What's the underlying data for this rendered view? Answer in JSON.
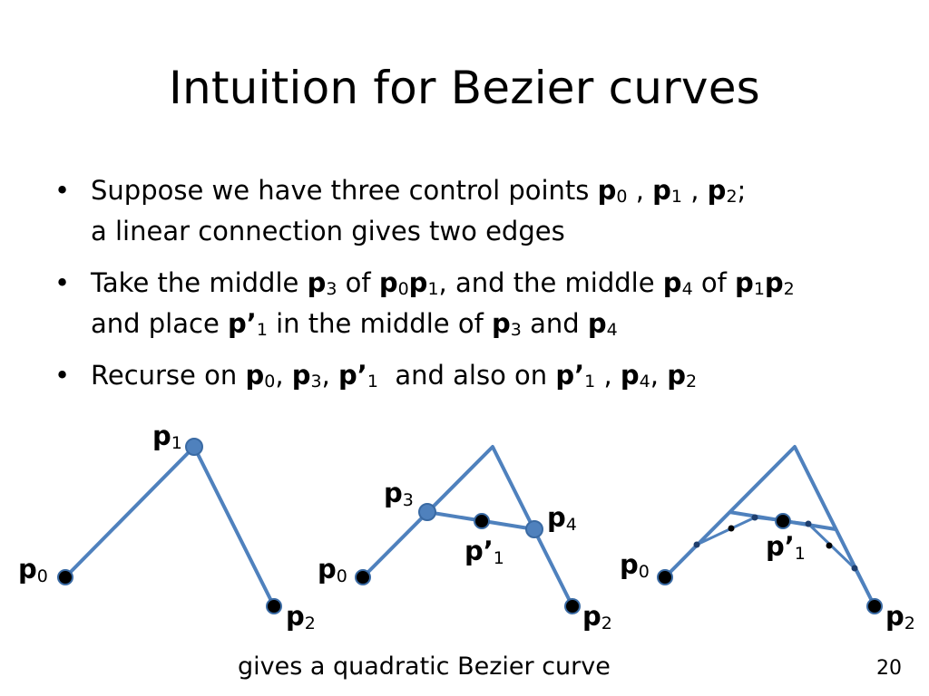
{
  "slide": {
    "title": "Intuition for Bezier curves",
    "bullet_char": "•",
    "caption": "gives a quadratic Bezier curve",
    "page_number": "20"
  },
  "bullets": [
    {
      "line1": {
        "t1": "Suppose we have three control points ",
        "p0": "p",
        "p0_sub": "0",
        "sep1": " , ",
        "p1": "p",
        "p1_sub": "1",
        "sep2": " , ",
        "p2": "p",
        "p2_sub": "2",
        "t2": ";"
      },
      "line2": "a linear connection gives two edges"
    },
    {
      "line1": {
        "t1": "Take the middle ",
        "a": "p",
        "a_sub": "3",
        "t2": " of ",
        "b": "p",
        "b_sub": "0",
        "c": "p",
        "c_sub": "1",
        "t3": ", and the middle ",
        "d": "p",
        "d_sub": "4",
        "t4": " of ",
        "e": "p",
        "e_sub": "1",
        "f": "p",
        "f_sub": "2"
      },
      "line2": {
        "t1": "and place ",
        "a": "p’",
        "a_sub": "1",
        "t2": " in the middle of ",
        "b": "p",
        "b_sub": "3",
        "t3": " and ",
        "c": "p",
        "c_sub": "4"
      }
    },
    {
      "line1": {
        "t1": "Recurse on ",
        "a": "p",
        "a_sub": "0",
        "s1": ", ",
        "b": "p",
        "b_sub": "3",
        "s2": ", ",
        "c": "p’",
        "c_sub": "1",
        "t2": "  and also on ",
        "d": "p’",
        "d_sub": "1",
        "s3": " , ",
        "e": "p",
        "e_sub": "4",
        "s4": ", ",
        "f": "p",
        "f_sub": "2"
      }
    }
  ],
  "diagram1": {
    "p0": "p",
    "p0_sub": "0",
    "p1": "p",
    "p1_sub": "1",
    "p2": "p",
    "p2_sub": "2"
  },
  "diagram2": {
    "p0": "p",
    "p0_sub": "0",
    "p2": "p",
    "p2_sub": "2",
    "p3": "p",
    "p3_sub": "3",
    "p4": "p",
    "p4_sub": "4",
    "pp1": "p’",
    "pp1_sub": "1"
  },
  "diagram3": {
    "p0": "p",
    "p0_sub": "0",
    "p2": "p",
    "p2_sub": "2",
    "pp1": "p’",
    "pp1_sub": "1"
  },
  "colors": {
    "line": "#4f81bd",
    "point_blue": "#4f81bd",
    "point_black": "#000000",
    "point_outline": "#3a6aa3"
  }
}
